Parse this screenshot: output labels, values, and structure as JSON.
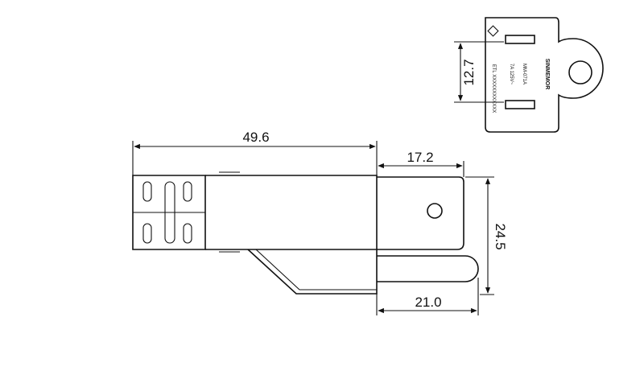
{
  "dimensions": {
    "overall_length": "49.6",
    "blade_length": "17.2",
    "ground_pin_length": "21.0",
    "height": "24.5",
    "blade_spacing": "12.7"
  },
  "face_label": {
    "brand": "SINMEMOR",
    "model": "MM-071A",
    "rating": "7A 125V~",
    "cert": "ETL XXXXXXXXXXXX"
  }
}
